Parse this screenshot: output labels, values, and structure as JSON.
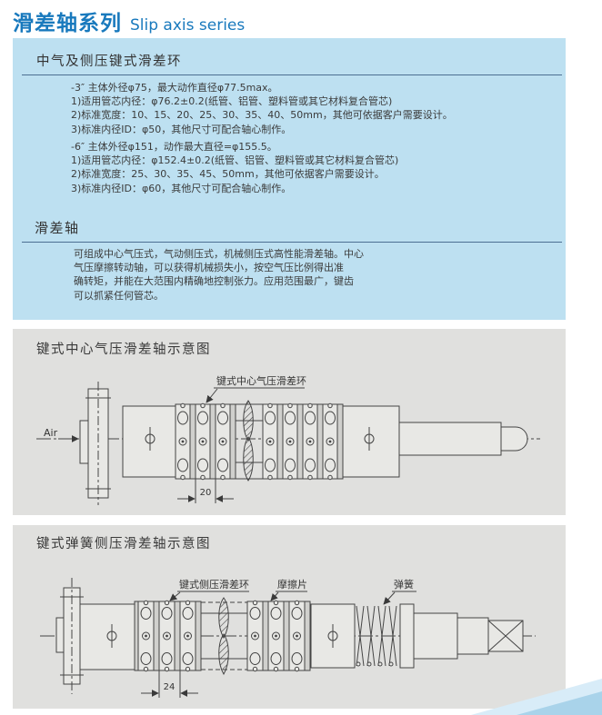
{
  "header": {
    "title_zh": "滑差轴系列",
    "title_en": "Slip axis series"
  },
  "panel_specs": {
    "heading": "中气及侧压键式滑差环",
    "spec_3inch": [
      "-3″ 主体外径φ75，最大动作直径φ77.5max。",
      "1)适用管芯内径：φ76.2±0.2(纸管、铝管、塑料管或其它材料复合管芯)",
      "2)标准宽度：10、15、20、25、30、35、40、50mm，其他可依据客户需要设计。",
      "3)标准内径ID：φ50，其他尺寸可配合轴心制作。"
    ],
    "spec_6inch": [
      "-6″ 主体外径φ151，动作最大直径=φ155.5。",
      "1)适用管芯内径：φ152.4±0.2(纸管、铝管、塑料管或其它材料复合管芯)",
      "2)标准宽度：25、30、35、45、50mm，其他可依据客户需要设计。",
      "3)标准内径ID：φ60，其他尺寸可配合轴心制作。"
    ],
    "sub_heading": "滑差轴",
    "description": [
      "可组成中心气压式，气动侧压式，机械侧压式高性能滑差轴。中心",
      "气压摩擦转动轴，可以获得机械损失小，按空气压比例得出准",
      "确转矩，并能在大范围内精确地控制张力。应用范围最广，键齿",
      "可以抓紧任何管芯。"
    ]
  },
  "panel_center_air": {
    "heading": "键式中心气压滑差轴示意图",
    "air_label": "Air",
    "ring_label": "键式中心气压滑差环",
    "dim_label": "20"
  },
  "panel_spring": {
    "heading": "键式弹簧侧压滑差轴示意图",
    "ring_label": "键式侧压滑差环",
    "friction_label": "摩擦片",
    "spring_label": "弹簧",
    "dim_label": "24"
  },
  "colors": {
    "title_blue": "#1879bd",
    "panel_blue_bg": "#bde0f1",
    "panel_gray_bg": "#e0e0de",
    "heading_underline": "#4c6f92",
    "body_text": "#3b3b3b",
    "diagram_line": "#444444",
    "swoosh_light": "#d8ecf8",
    "swoosh_medium": "#a9d3ea"
  }
}
